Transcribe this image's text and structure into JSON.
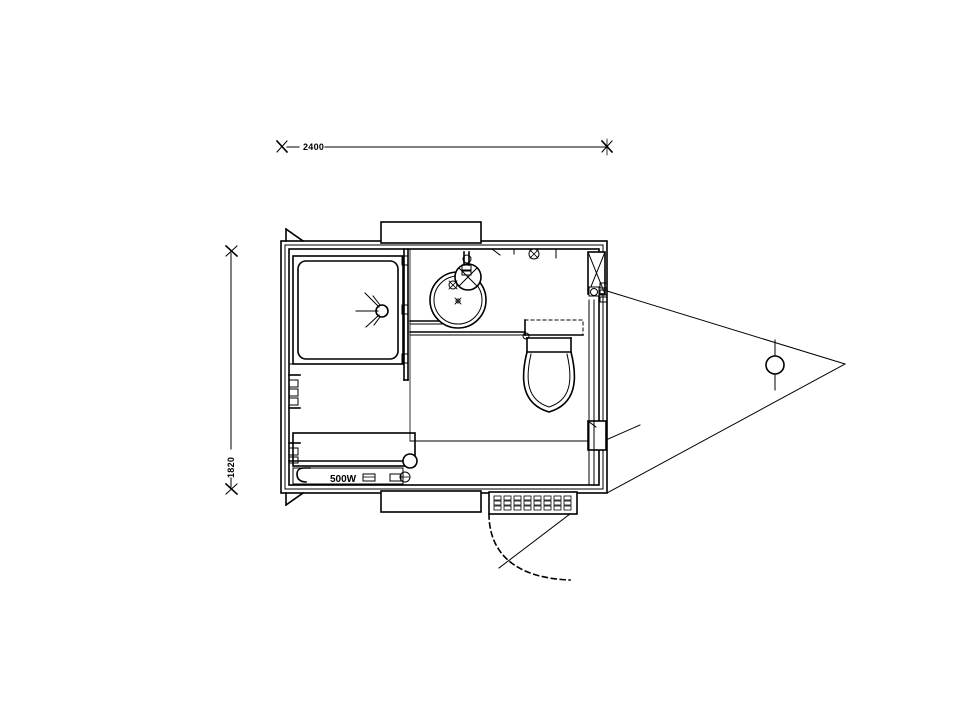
{
  "drawing": {
    "type": "floor-plan",
    "subject": "portable bathroom trailer unit",
    "background_color": "#ffffff",
    "line_color": "#000000"
  },
  "dimensions": {
    "top": {
      "value": "2400",
      "orientation": "horizontal",
      "name": "overall-width"
    },
    "left": {
      "value": "1820",
      "orientation": "vertical",
      "name": "overall-depth"
    }
  },
  "labels": {
    "heater": "500W"
  },
  "fixtures": {
    "shower": "shower-enclosure",
    "shower_head": "shower-head",
    "basin": "wash-basin",
    "tap": "basin-tap",
    "toilet": "toilet-pan",
    "cistern": "toilet-cistern",
    "heater": "wall-heater",
    "vent": "louver-vent",
    "door": "entry-door",
    "door_swing": "door-swing-arc",
    "drawbar": "trailer-drawbar",
    "jockey_wheel": "jockey-wheel"
  }
}
